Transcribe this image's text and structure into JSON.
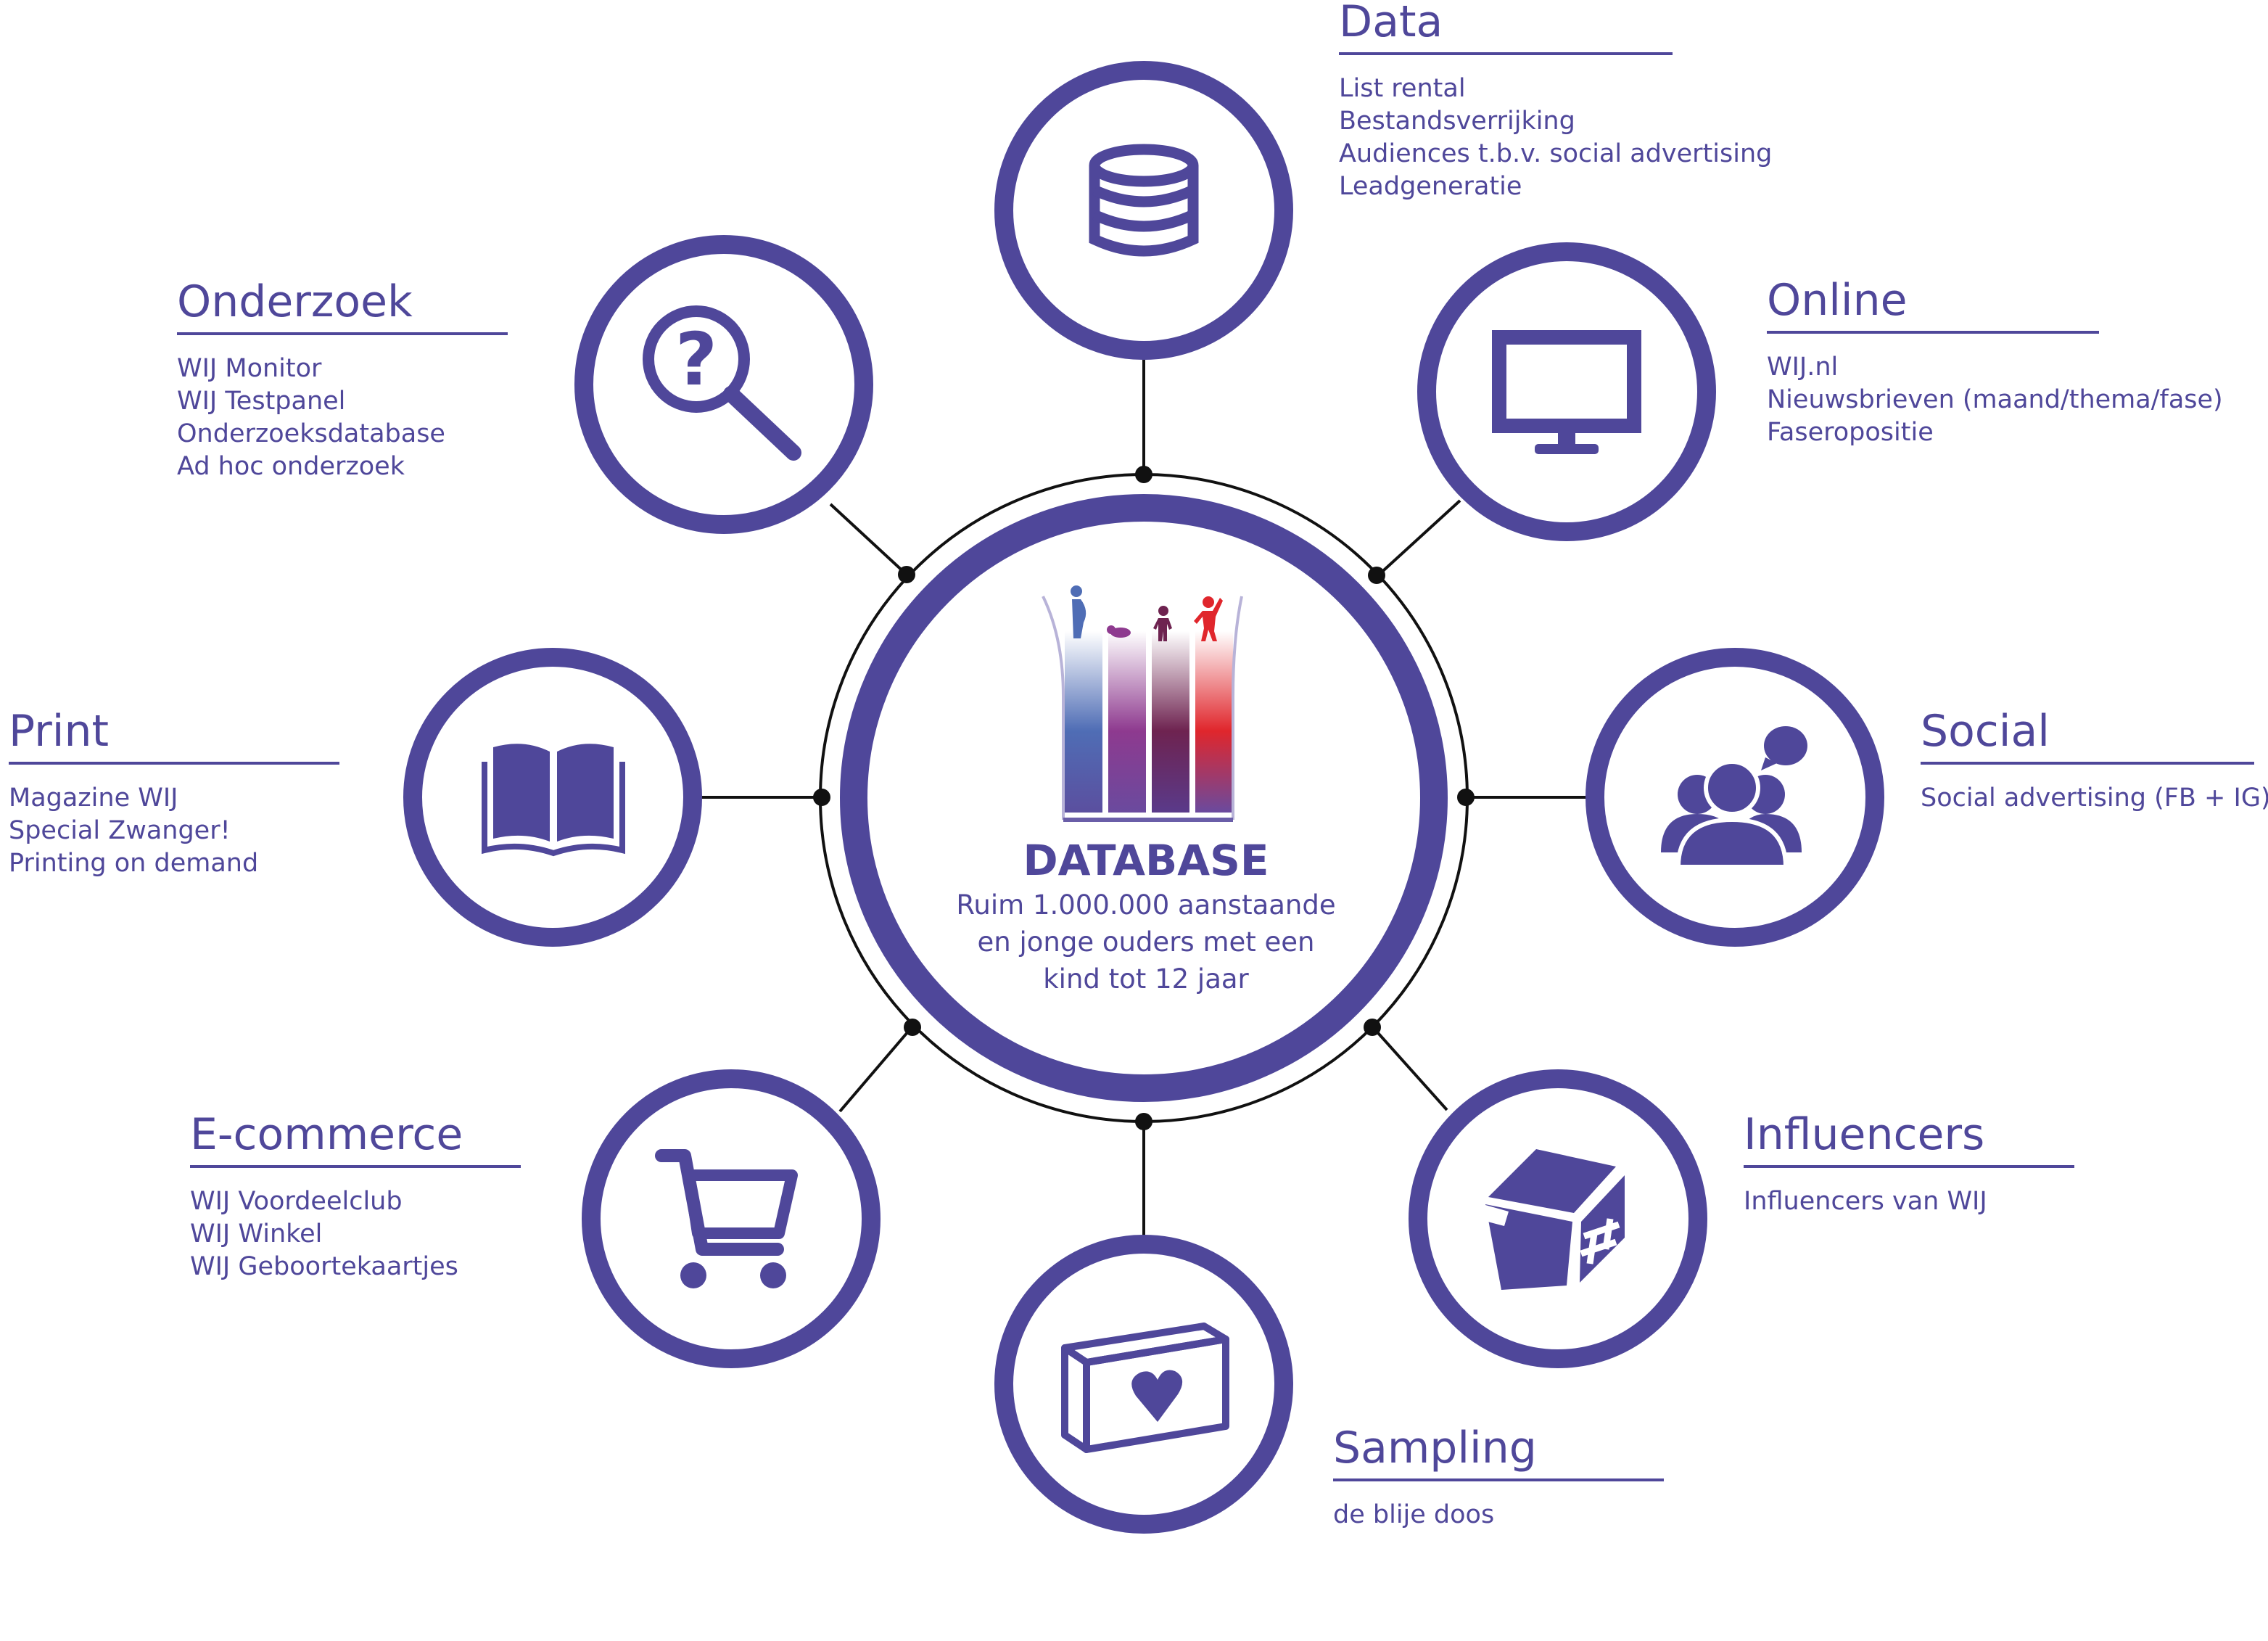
{
  "center": {
    "heading": "DATABASE",
    "lines": [
      "Ruim 1.000.000 aanstaande",
      "en jonge ouders met een",
      "kind tot 12 jaar"
    ]
  },
  "categories": {
    "data": {
      "title": "Data",
      "items": [
        "List rental",
        "Bestandsverrijking",
        "Audiences t.b.v. social advertising",
        "Leadgeneratie"
      ],
      "icon": "database-icon"
    },
    "online": {
      "title": "Online",
      "items": [
        "WIJ.nl",
        "Nieuwsbrieven (maand/thema/fase)",
        "Faseropositie"
      ],
      "icon": "monitor-icon"
    },
    "social": {
      "title": "Social",
      "items": [
        "Social advertising (FB + IG)"
      ],
      "icon": "users-chat-icon"
    },
    "influencers": {
      "title": "Influencers",
      "items": [
        "Influencers van WIJ"
      ],
      "icon": "hashtag-box-icon"
    },
    "sampling": {
      "title": "Sampling",
      "items": [
        "de blije doos"
      ],
      "icon": "heart-box-icon"
    },
    "ecommerce": {
      "title": "E-commerce",
      "items": [
        "WIJ Voordeelclub",
        "WIJ Winkel",
        "WIJ Geboortekaartjes"
      ],
      "icon": "shopping-cart-icon"
    },
    "print": {
      "title": "Print",
      "items": [
        "Magazine WIJ",
        "Special Zwanger!",
        "Printing on demand"
      ],
      "icon": "open-book-icon"
    },
    "onderzoek": {
      "title": "Onderzoek",
      "items": [
        "WIJ Monitor",
        "WIJ Testpanel",
        "Onderzoeksdatabase",
        "Ad hoc onderzoek"
      ],
      "icon": "magnifier-question-icon"
    }
  },
  "colors": {
    "primary": "#4f479a",
    "connector": "#111111",
    "bar_blue": "#4f6db5",
    "bar_purple": "#8e3a8f",
    "bar_maroon": "#6e2350",
    "bar_red": "#e0262c"
  }
}
